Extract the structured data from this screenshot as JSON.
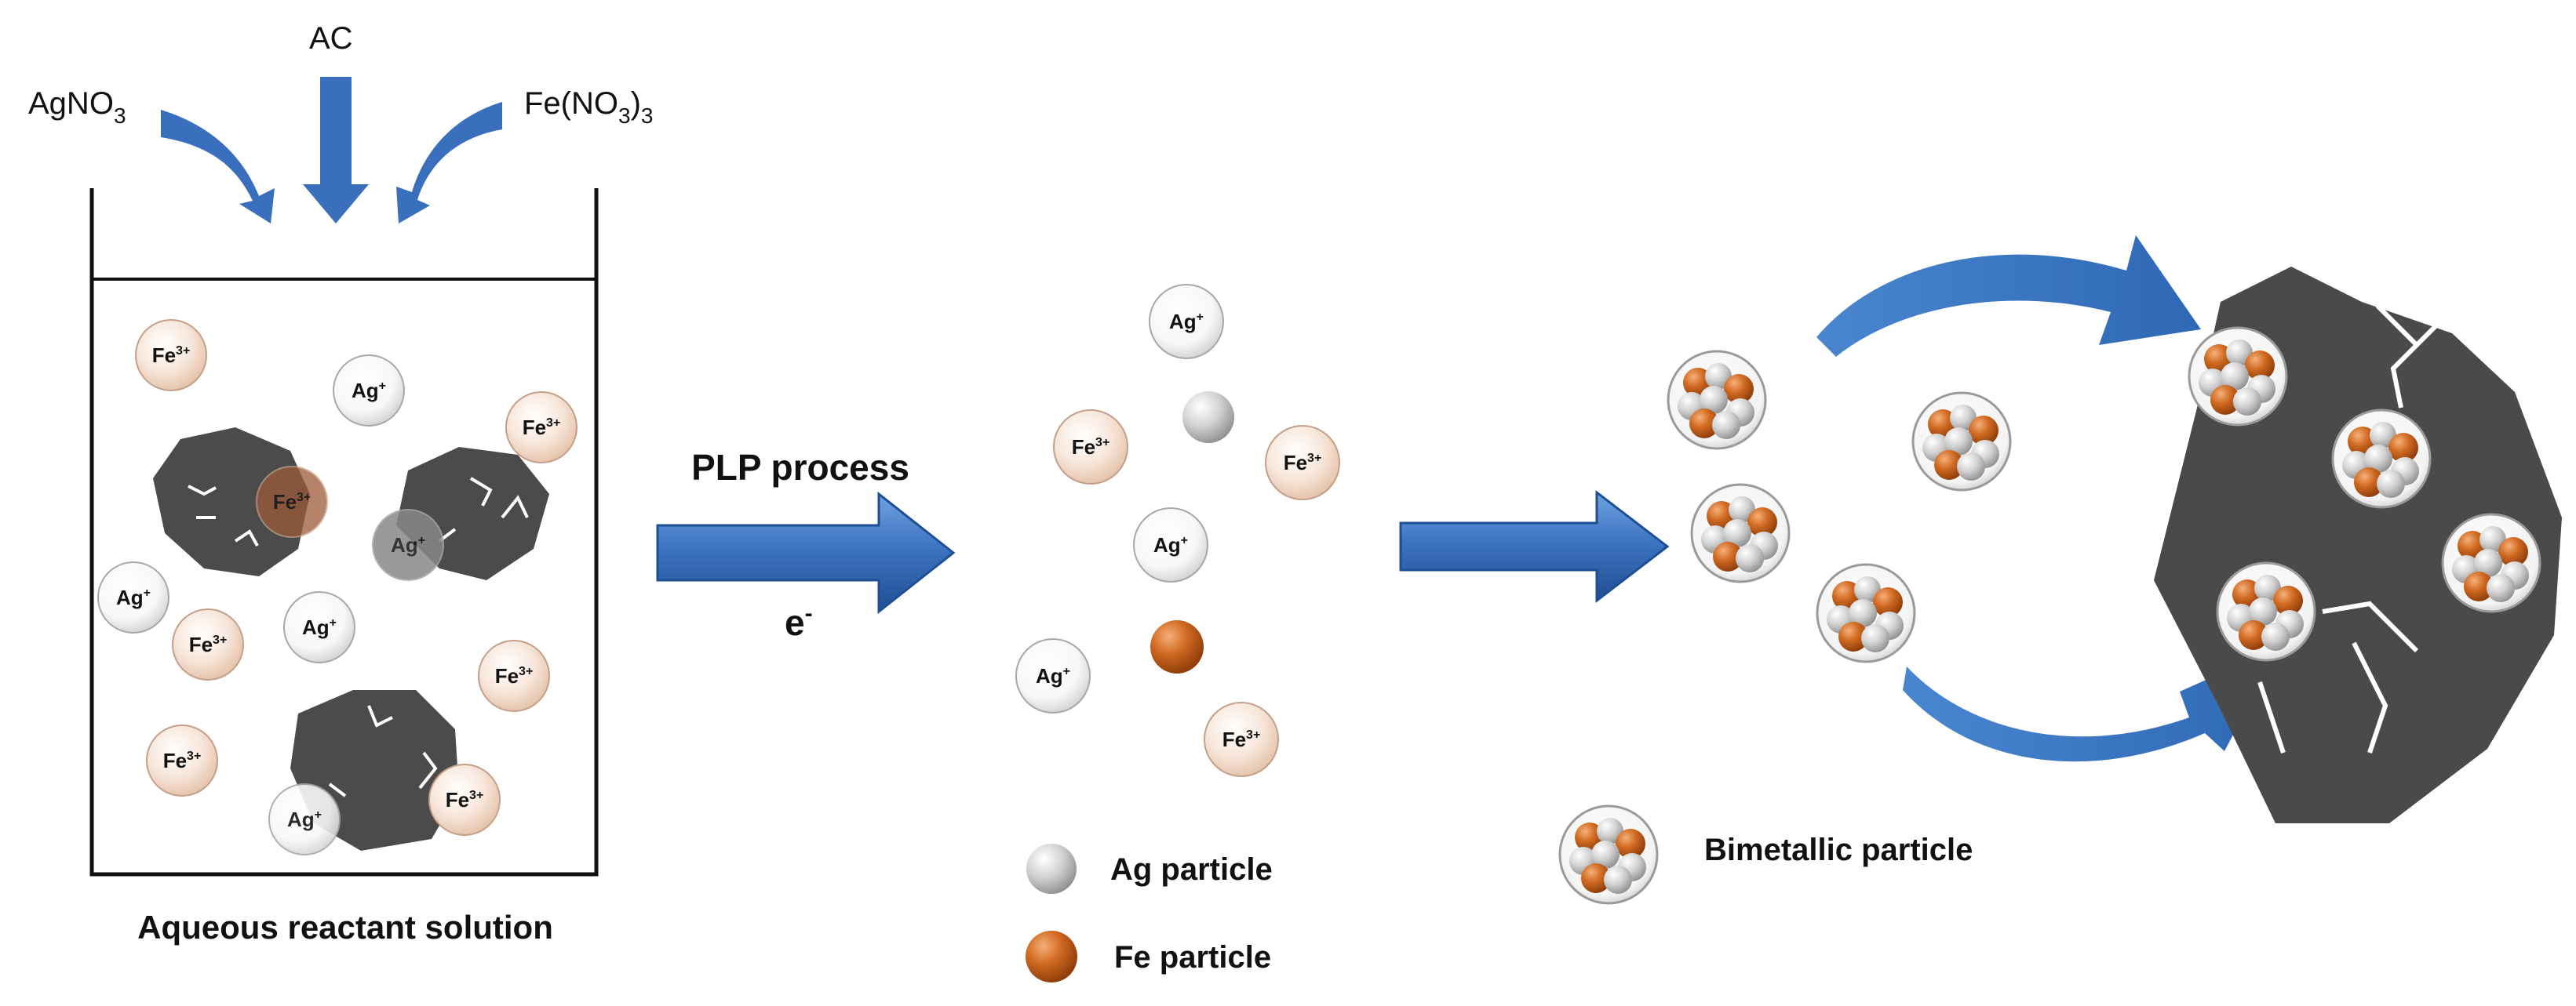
{
  "reagents": {
    "left": {
      "name": "AgNO",
      "sub": "3"
    },
    "middle": {
      "name": "AC"
    },
    "right": {
      "pre": "Fe(NO",
      "sub1": "3",
      "mid": ")",
      "sub2": "3"
    }
  },
  "beaker_caption": "Aqueous reactant solution",
  "process": {
    "label": "PLP process",
    "electron": "e",
    "electron_sup": "-"
  },
  "ions": {
    "ag": {
      "text": "Ag",
      "charge": "+"
    },
    "fe": {
      "text": "Fe",
      "charge": "3+"
    }
  },
  "legend": {
    "ag_particle": "Ag particle",
    "fe_particle": "Fe particle",
    "bimetallic": "Bimetallic particle"
  },
  "colors": {
    "arrow_blue": "#3A6FBE",
    "carbon": "#4A4A4A",
    "fe_ion_fill": "#F6E3D6",
    "ag_ion_fill": "#FFFFFF",
    "fe_particle": "#C8601A",
    "ag_particle": "#C9C9C9"
  }
}
